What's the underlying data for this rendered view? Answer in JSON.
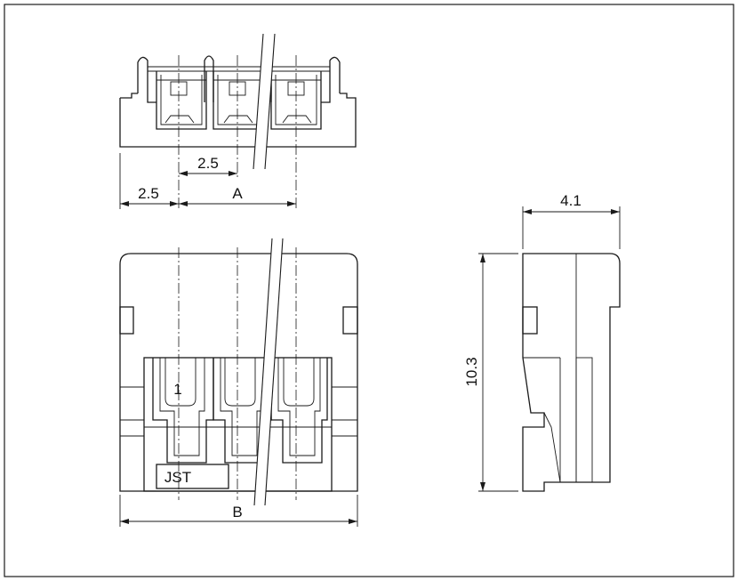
{
  "dimensions": {
    "pitch_top": "2.5",
    "edge_to_first_pin": "2.5",
    "pin_span": "A",
    "overall_width": "B",
    "depth": "4.1",
    "height": "10.3"
  },
  "labels": {
    "pin_one": "1",
    "brand": "JST"
  }
}
